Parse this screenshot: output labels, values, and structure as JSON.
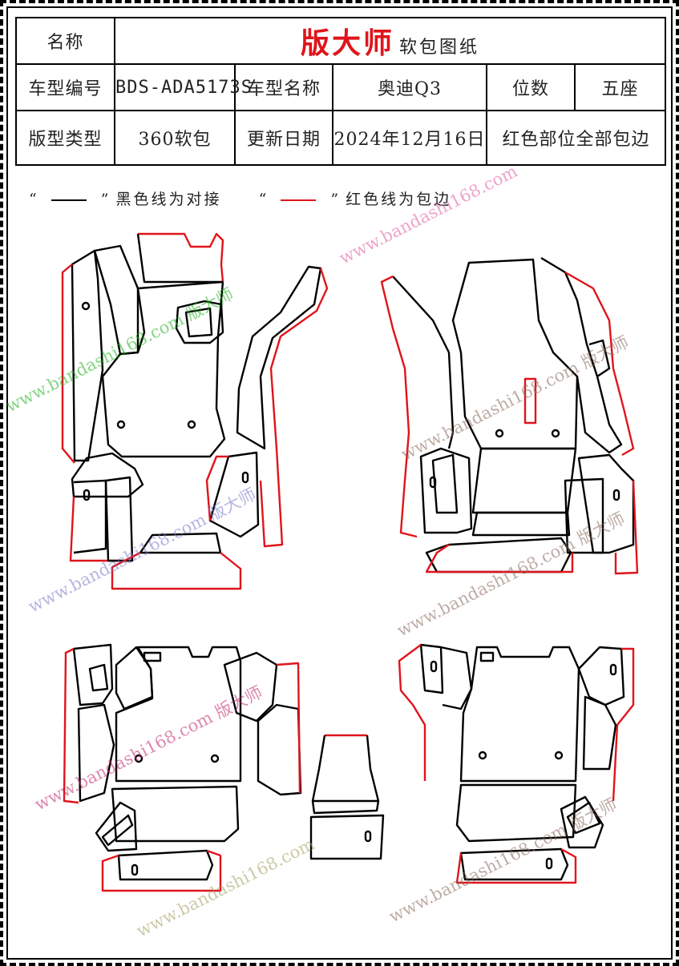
{
  "header": {
    "name_label": "名称",
    "brand": "版大师",
    "doc_type": "软包图纸"
  },
  "specs": {
    "model_code_label": "车型编号",
    "model_code": "BDS-ADA5173S",
    "model_name_label": "车型名称",
    "model_name": "奥迪Q3",
    "seats_label": "位数",
    "seats": "五座",
    "pattern_type_label": "版型类型",
    "pattern_type": "360软包",
    "update_date_label": "更新日期",
    "update_date": "2024年12月16日",
    "note": "红色部位全部包边"
  },
  "legend": {
    "open_quote": "“",
    "close_quote": "”",
    "black_text": "黑色线为对接",
    "red_text": "红色线为包边",
    "black_color": "#000000",
    "red_color": "#e0141b"
  },
  "watermark": {
    "url": "www.bandashi168.com",
    "brand": "版大师"
  }
}
